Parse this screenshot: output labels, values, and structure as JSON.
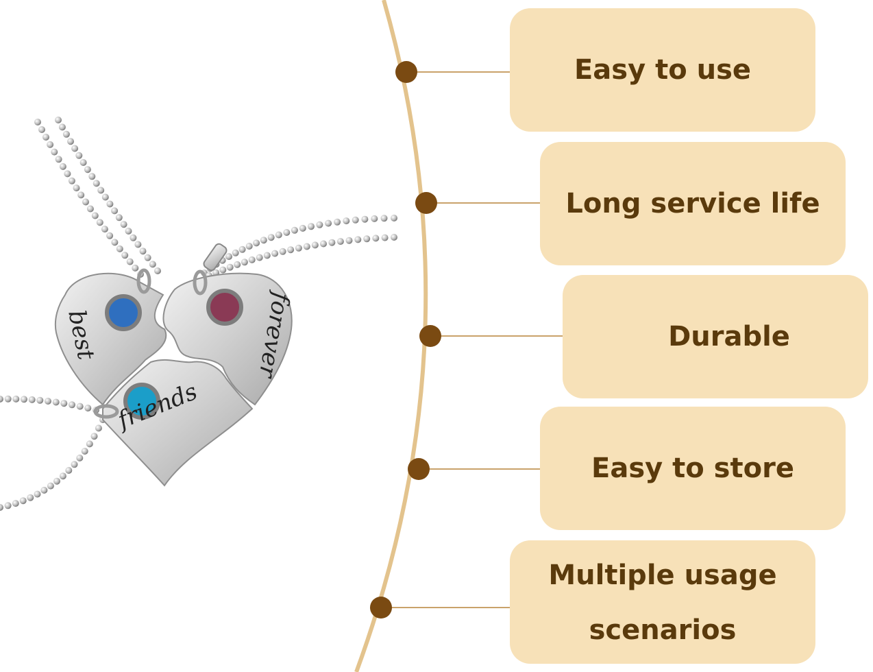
{
  "colors": {
    "background": "#ffffff",
    "box_fill": "#f7e1b8",
    "text": "#5a3a0c",
    "arc": "#e3c38d",
    "dot": "#7a4a12",
    "connector": "#c9a26a"
  },
  "product": {
    "engraving": [
      "best",
      "friends",
      "forever"
    ],
    "gem_colors": [
      "#2f6fbf",
      "#8a3a55",
      "#1b9ec9"
    ]
  },
  "features": [
    {
      "label": "Easy to use"
    },
    {
      "label": "Long service life"
    },
    {
      "label": "Durable"
    },
    {
      "label": "Easy to store"
    },
    {
      "label": "Multiple usage scenarios",
      "line1": "Multiple usage",
      "line2": "scenarios"
    }
  ]
}
